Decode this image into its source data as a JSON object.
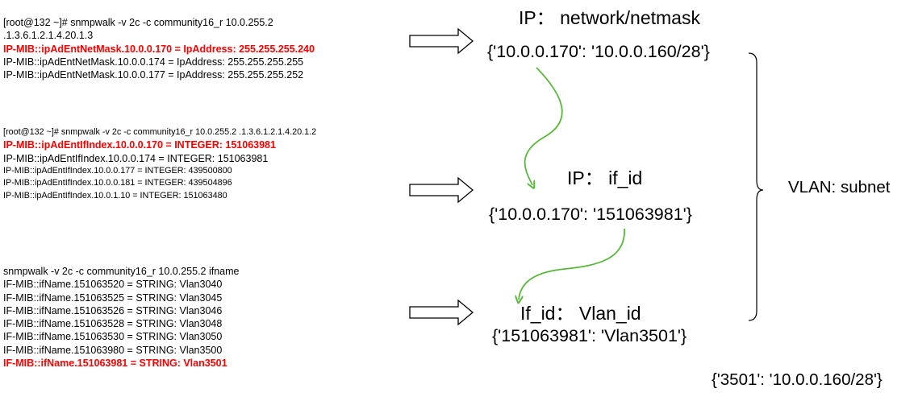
{
  "block1": {
    "lines": [
      {
        "text": "[root@132 ~]# snmpwalk -v 2c -c community16_r 10.0.255.2"
      },
      {
        "text": ".1.3.6.1.2.1.4.20.1.3"
      },
      {
        "text": "IP-MIB::ipAdEntNetMask.10.0.0.170 = IpAddress: 255.255.255.240"
      },
      {
        "text": "IP-MIB::ipAdEntNetMask.10.0.0.174 = IpAddress: 255.255.255.255"
      },
      {
        "text": "IP-MIB::ipAdEntNetMask.10.0.0.177 = IpAddress: 255.255.255.252"
      }
    ]
  },
  "block2": {
    "lines": [
      {
        "text": "[root@132 ~]# snmpwalk -v 2c -c community16_r 10.0.255.2 .1.3.6.1.2.1.4.20.1.2"
      },
      {
        "text": "IP-MIB::ipAdEntIfIndex.10.0.0.170 = INTEGER: 151063981"
      },
      {
        "text": "IP-MIB::ipAdEntIfIndex.10.0.0.174 = INTEGER: 151063981"
      },
      {
        "text": "IP-MIB::ipAdEntIfIndex.10.0.0.177 = INTEGER: 439500800"
      },
      {
        "text": "IP-MIB::ipAdEntIfIndex.10.0.0.181 = INTEGER: 439504896"
      },
      {
        "text": "IP-MIB::ipAdEntIfIndex.10.0.1.10 = INTEGER: 151063480"
      }
    ]
  },
  "block3": {
    "lines": [
      {
        "text": "snmpwalk  -v 2c -c community16_r 10.0.255.2 ifname"
      },
      {
        "text": "IF-MIB::ifName.151063520 = STRING: Vlan3040"
      },
      {
        "text": "IF-MIB::ifName.151063525 = STRING: Vlan3045"
      },
      {
        "text": "IF-MIB::ifName.151063526 = STRING: Vlan3046"
      },
      {
        "text": "IF-MIB::ifName.151063528 = STRING: Vlan3048"
      },
      {
        "text": "IF-MIB::ifName.151063530 = STRING: Vlan3050"
      },
      {
        "text": "IF-MIB::ifName.151063980 = STRING: Vlan3500"
      },
      {
        "text": "IF-MIB::ifName.151063981 = STRING: Vlan3501"
      }
    ]
  },
  "mapping1": {
    "label": "IP： network/netmask",
    "value": "{'10.0.0.170': '10.0.0.160/28'}"
  },
  "mapping2": {
    "label": "IP： if_id",
    "value": "{'10.0.0.170': '151063981'}"
  },
  "mapping3": {
    "label": "If_id： Vlan_id",
    "value": "{'151063981': 'Vlan3501'}"
  },
  "summary": {
    "label": "VLAN: subnet",
    "result": "{'3501': '10.0.0.160/28'}"
  },
  "colors": {
    "highlight": "#ff0000",
    "curve_arrow": "#58b83a",
    "outline": "#000000"
  }
}
